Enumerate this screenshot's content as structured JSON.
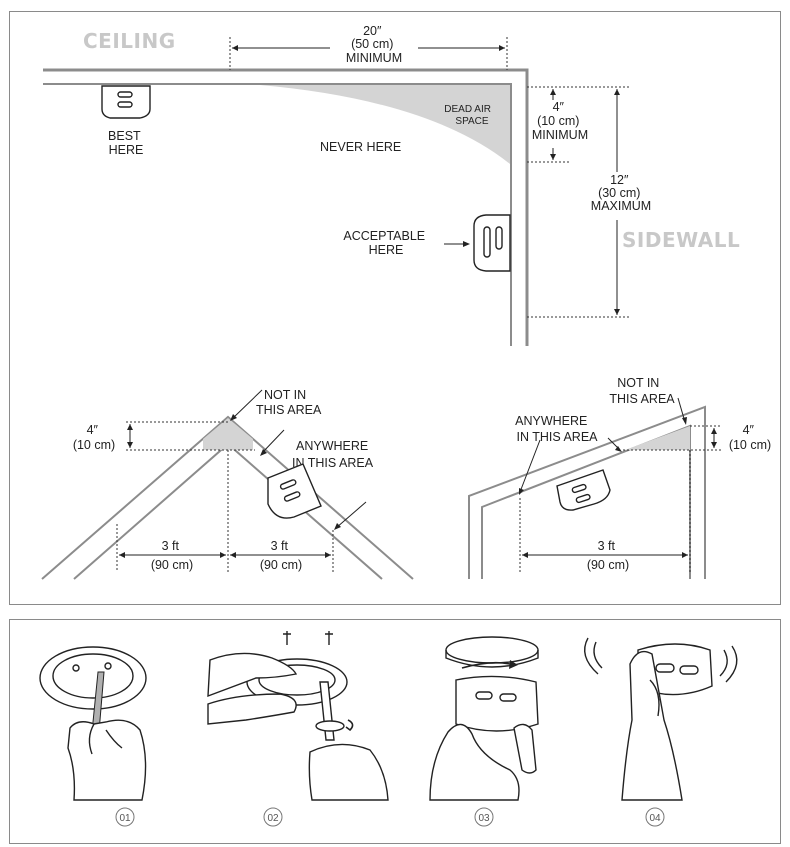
{
  "placement": {
    "ceiling_label": "CEILING",
    "sidewall_label": "SIDEWALL",
    "dim_20": [
      "20″",
      "(50 cm)",
      "MINIMUM"
    ],
    "dim_4": [
      "4″",
      "(10 cm)",
      "MINIMUM"
    ],
    "dim_12": [
      "12″",
      "(30 cm)",
      "MAXIMUM"
    ],
    "best_here": [
      "BEST",
      "HERE"
    ],
    "never_here": "NEVER HERE",
    "dead_air": [
      "DEAD AIR",
      "SPACE"
    ],
    "acceptable_here": [
      "ACCEPTABLE",
      "HERE"
    ]
  },
  "peaked_roof": {
    "not_in_area": [
      "NOT IN",
      "THIS AREA"
    ],
    "anywhere": [
      "ANYWHERE",
      "IN THIS AREA"
    ],
    "dim_4": [
      "4″",
      "(10 cm)"
    ],
    "dim_left": [
      "3 ft",
      "(90 cm)"
    ],
    "dim_right": [
      "3 ft",
      "(90 cm)"
    ]
  },
  "sloped_roof": {
    "not_in_area": [
      "NOT IN",
      "THIS AREA"
    ],
    "anywhere": [
      "ANYWHERE",
      "IN THIS AREA"
    ],
    "dim_4": [
      "4″",
      "(10 cm)"
    ],
    "dim_3ft": [
      "3 ft",
      "(90 cm)"
    ]
  },
  "steps": [
    "01",
    "02",
    "03",
    "04"
  ],
  "colors": {
    "wall": "#8c8c8c",
    "dead_space": "#d4d4d4",
    "ink": "#222222",
    "heading": "#c8c8c8"
  }
}
